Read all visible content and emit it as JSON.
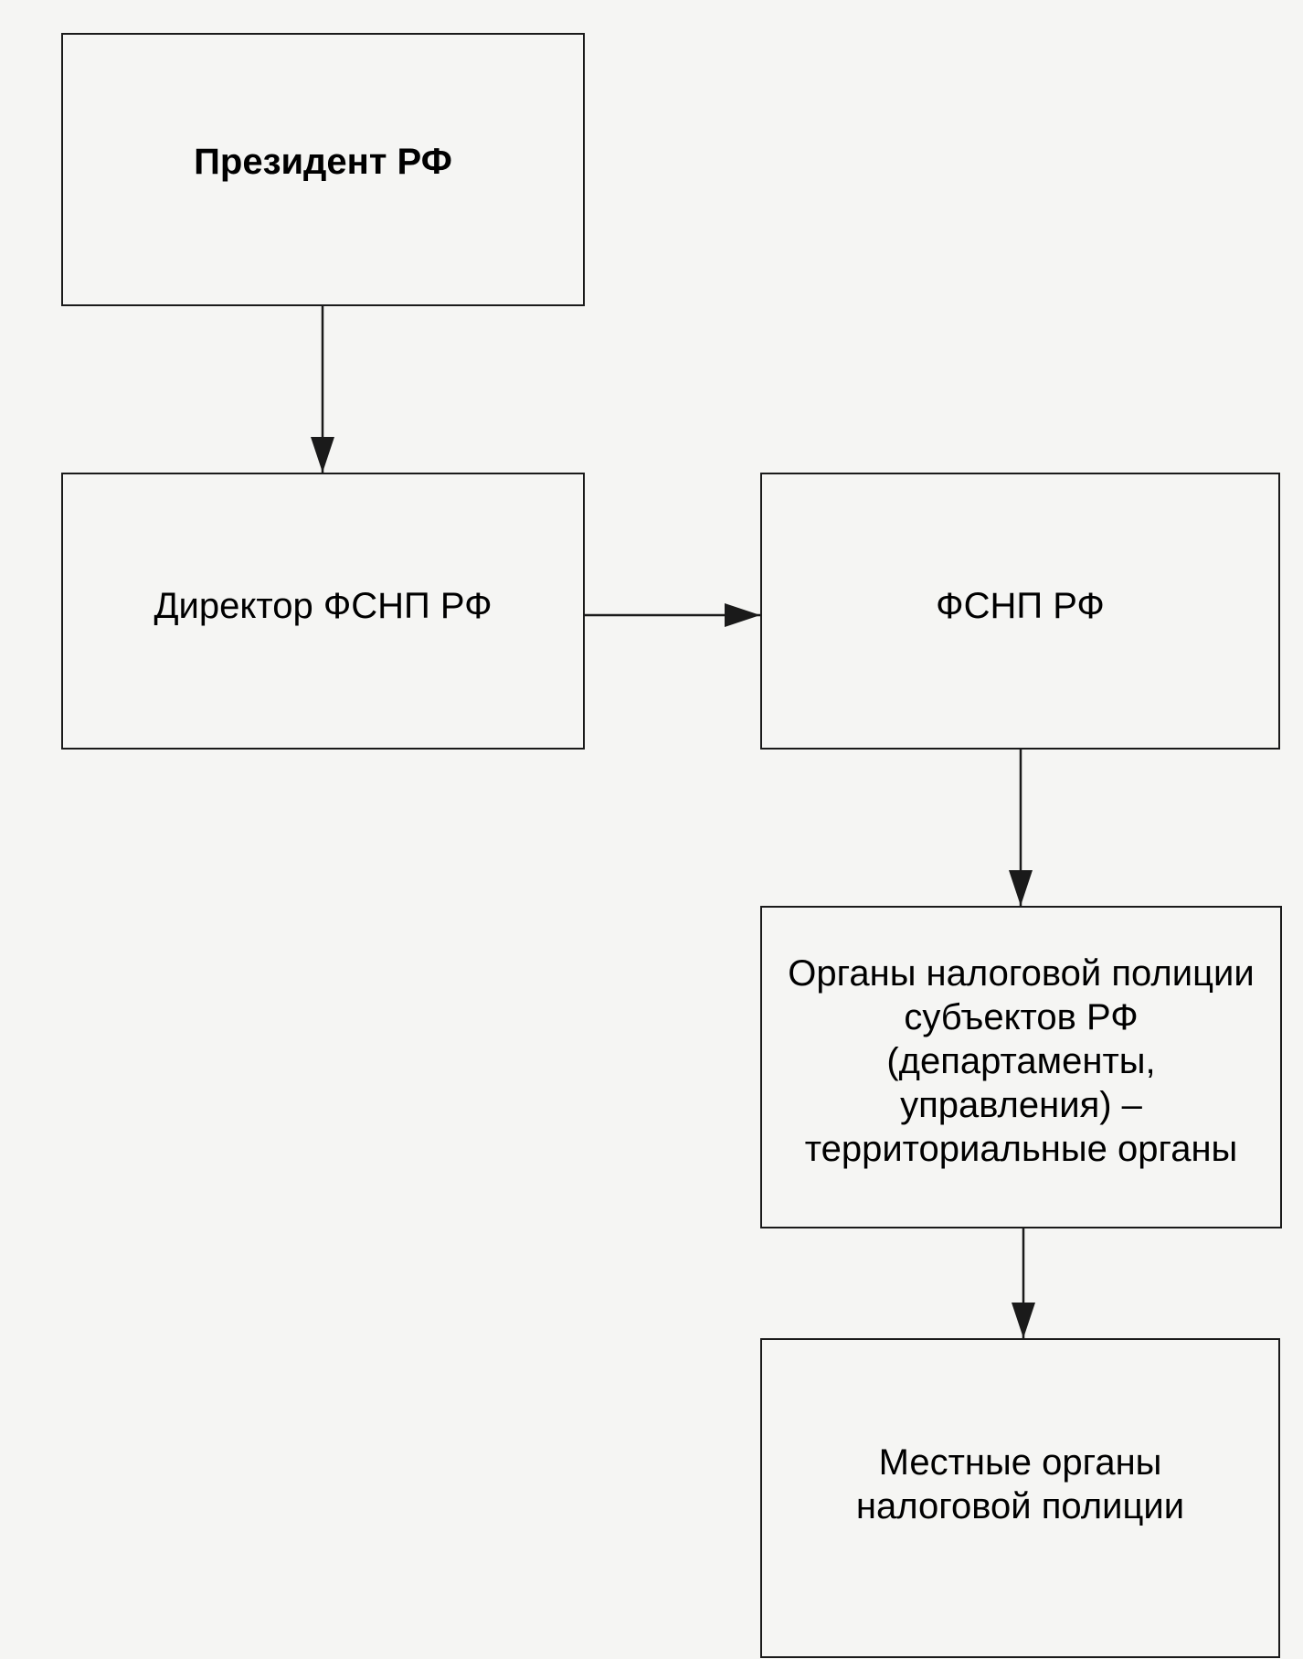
{
  "nodes": {
    "president": "Президент РФ",
    "director": "Директор ФСНП РФ",
    "fsnp": "ФСНП РФ",
    "regional": "Органы налоговой полиции\nсубъектов РФ\n(департаменты,\nуправления) –\nтерриториальные органы",
    "local": "Местные органы\nналоговой полиции"
  },
  "edges": [
    {
      "from": "president",
      "to": "director"
    },
    {
      "from": "director",
      "to": "fsnp"
    },
    {
      "from": "fsnp",
      "to": "regional"
    },
    {
      "from": "regional",
      "to": "local"
    }
  ],
  "colors": {
    "line": "#1a1a1a",
    "background": "#f5f5f3"
  }
}
